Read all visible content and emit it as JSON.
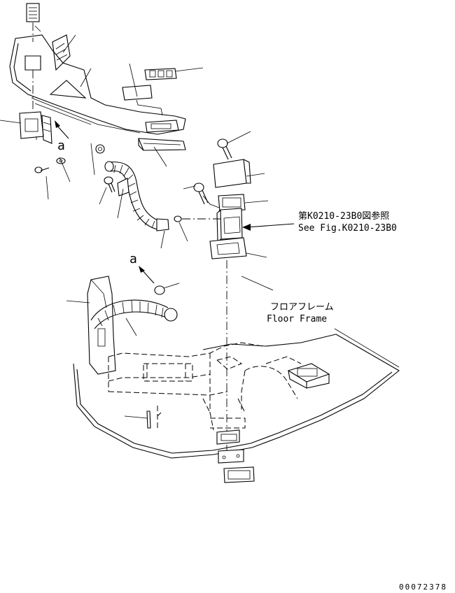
{
  "reference": {
    "line_jp": "第K0210-23B0図参照",
    "line_en": "See Fig.K0210-23B0"
  },
  "floor_frame": {
    "label_jp": "フロアフレーム",
    "label_en": "Floor Frame"
  },
  "markers": {
    "marker_a_top": "a",
    "marker_a_mid": "a"
  },
  "drawing_number": "00072378"
}
